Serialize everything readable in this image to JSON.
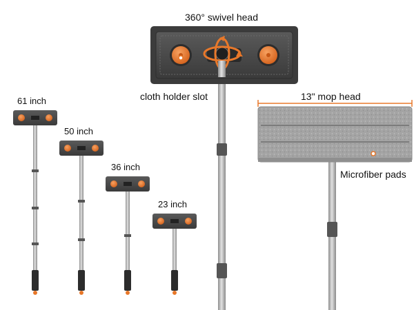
{
  "labels": {
    "swivel_head": "360° swivel head",
    "cloth_holder": "cloth holder slot",
    "mop_head": "13\" mop head",
    "microfiber": "Microfiber pads"
  },
  "lengths": [
    "61 inch",
    "50 inch",
    "36 inch",
    "23 inch"
  ],
  "colors": {
    "accent": "#e8782a",
    "head_dark": "#4a4a4a",
    "pole": "#b9b9b9",
    "pad": "#a6a6a6"
  }
}
